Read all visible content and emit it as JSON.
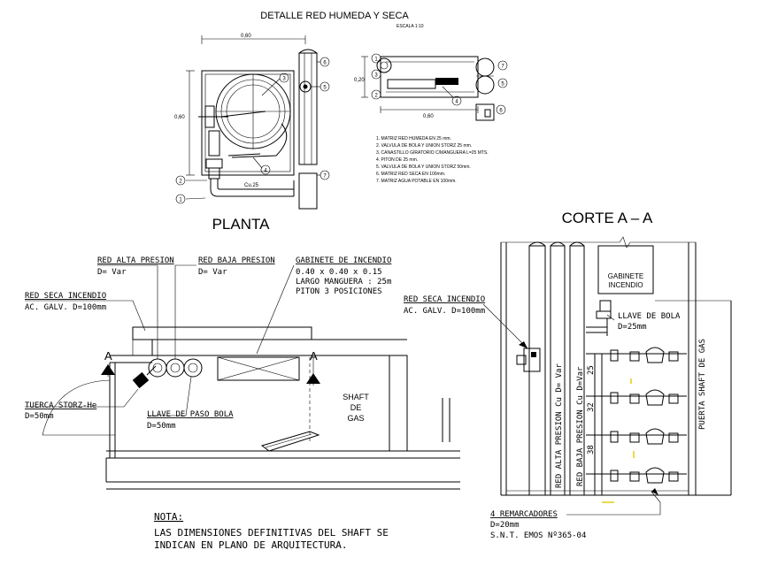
{
  "title": "DETALLE RED HUMEDA Y SECA",
  "scale": "ESCALA 1:10",
  "plan_view": {
    "heading": "PLANTA",
    "dim_top": "0,60",
    "dim_left": "0,60",
    "pipe_label": "Cu.25",
    "callouts": [
      "1",
      "2",
      "3",
      "4",
      "5",
      "6",
      "7"
    ]
  },
  "side_view": {
    "dim_left": "0,20",
    "dim_bottom": "0,60",
    "callouts": [
      "1",
      "2",
      "3",
      "4",
      "5",
      "6",
      "7"
    ]
  },
  "legend": [
    "1. MATRIZ RED HUMEDA EN 25 mm.",
    "2. VALVULA DE BOLA Y UNION STORZ 25 mm.",
    "3. CANASTILLO GIRATORIO C/MANGUERA L=25 MTS.",
    "4. PITON DE 25 mm.",
    "5. VALVULA DE BOLA Y UNION STORZ 50mm.",
    "6. MATRIZ RED SECA EN 100mm.",
    "7. MATRIZ AGUA POTABLE EN 100mm."
  ],
  "floor_plan": {
    "red_alta_title": "RED ALTA PRESION",
    "red_alta_d": "D= Var",
    "red_baja_title": "RED BAJA PRESION",
    "red_baja_d": "D= Var",
    "gabinete_title": "GABINETE DE INCENDIO",
    "gabinete_l1": "0.40 x 0.40 x 0.15",
    "gabinete_l2": "LARGO MANGUERA : 25m",
    "gabinete_l3": "PITON 3 POSICIONES",
    "red_seca_title": "RED SECA INCENDIO",
    "red_seca_sub": "AC. GALV. D=100mm",
    "tuerca_title": "TUERCA STORZ-He",
    "tuerca_d": "D=50mm",
    "llave_title": "LLAVE DE PASO BOLA",
    "llave_d": "D=50mm",
    "shaft_l1": "SHAFT",
    "shaft_l2": "DE",
    "shaft_l3": "GAS",
    "section_mark": "A"
  },
  "section": {
    "heading": "CORTE A – A",
    "gabinete_l1": "GABINETE",
    "gabinete_l2": "INCENDIO",
    "llave_bola": "LLAVE DE BOLA",
    "llave_bola_d": "D=25mm",
    "red_seca_title": "RED SECA INCENDIO",
    "red_seca_sub": "AC. GALV. D=100mm",
    "vert_alta": "RED ALTA PRESION Cu D= Var",
    "vert_baja": "RED BAJA PRESION Cu D=Var",
    "vert_puerta": "PUERTA SHAFT DE GAS",
    "num_25": "25",
    "num_32": "32",
    "num_38": "38",
    "remarc_title": "4 REMARCADORES",
    "remarc_d": "D=20mm",
    "remarc_norm": "S.N.T. EMOS Nº365-04"
  },
  "note": {
    "title": "NOTA:",
    "line1": "LAS DIMENSIONES DEFINITIVAS DEL SHAFT SE",
    "line2": "INDICAN EN PLANO DE ARQUITECTURA."
  }
}
